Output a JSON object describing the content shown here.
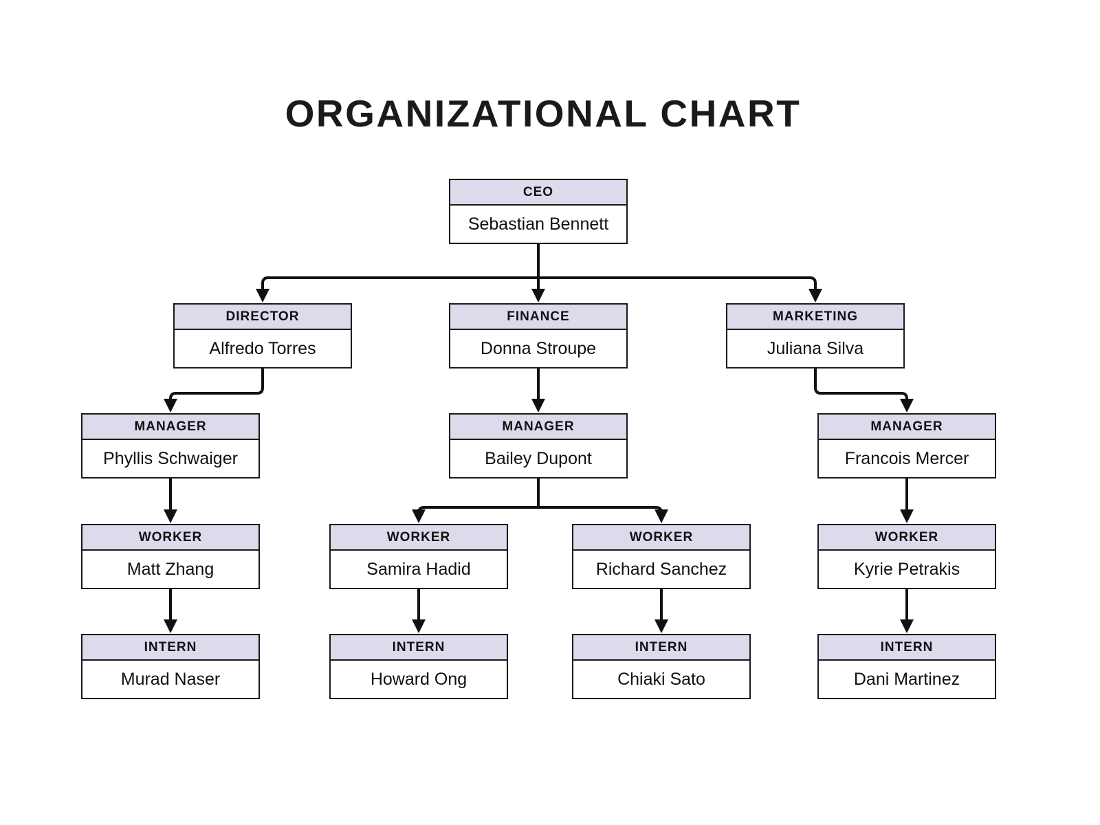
{
  "title": "ORGANIZATIONAL CHART",
  "nodes": {
    "ceo": {
      "role": "CEO",
      "name": "Sebastian Bennett"
    },
    "director": {
      "role": "DIRECTOR",
      "name": "Alfredo Torres"
    },
    "finance": {
      "role": "FINANCE",
      "name": "Donna Stroupe"
    },
    "marketing": {
      "role": "MARKETING",
      "name": "Juliana Silva"
    },
    "manager_1": {
      "role": "MANAGER",
      "name": "Phyllis Schwaiger"
    },
    "manager_2": {
      "role": "MANAGER",
      "name": "Bailey Dupont"
    },
    "manager_3": {
      "role": "MANAGER",
      "name": "Francois Mercer"
    },
    "worker_1": {
      "role": "WORKER",
      "name": "Matt Zhang"
    },
    "worker_2": {
      "role": "WORKER",
      "name": "Samira Hadid"
    },
    "worker_3": {
      "role": "WORKER",
      "name": "Richard Sanchez"
    },
    "worker_4": {
      "role": "WORKER",
      "name": "Kyrie Petrakis"
    },
    "intern_1": {
      "role": "INTERN",
      "name": "Murad Naser"
    },
    "intern_2": {
      "role": "INTERN",
      "name": "Howard Ong"
    },
    "intern_3": {
      "role": "INTERN",
      "name": "Chiaki Sato"
    },
    "intern_4": {
      "role": "INTERN",
      "name": "Dani Martinez"
    }
  },
  "edges": [
    [
      "ceo",
      "director"
    ],
    [
      "ceo",
      "finance"
    ],
    [
      "ceo",
      "marketing"
    ],
    [
      "director",
      "manager_1"
    ],
    [
      "finance",
      "manager_2"
    ],
    [
      "marketing",
      "manager_3"
    ],
    [
      "manager_1",
      "worker_1"
    ],
    [
      "manager_2",
      "worker_2"
    ],
    [
      "manager_2",
      "worker_3"
    ],
    [
      "manager_3",
      "worker_4"
    ],
    [
      "worker_1",
      "intern_1"
    ],
    [
      "worker_2",
      "intern_2"
    ],
    [
      "worker_3",
      "intern_3"
    ],
    [
      "worker_4",
      "intern_4"
    ]
  ],
  "colors": {
    "background": "#ffffff",
    "header_fill": "#dcdbec",
    "box_border": "#1a1a1a",
    "connector": "#111111",
    "title_text": "#1a1a1a"
  }
}
